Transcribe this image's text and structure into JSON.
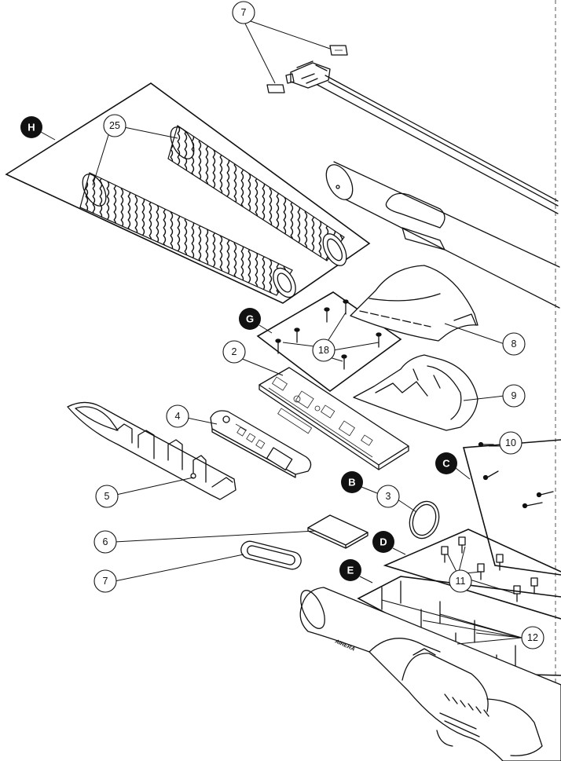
{
  "diagram": {
    "groups": [
      "H",
      "G",
      "B",
      "C",
      "D",
      "E"
    ],
    "callouts": [
      "7",
      "25",
      "8",
      "18",
      "2",
      "9",
      "4",
      "10",
      "5",
      "3",
      "6",
      "11",
      "7",
      "12"
    ],
    "brand_text": "AIRERA"
  }
}
